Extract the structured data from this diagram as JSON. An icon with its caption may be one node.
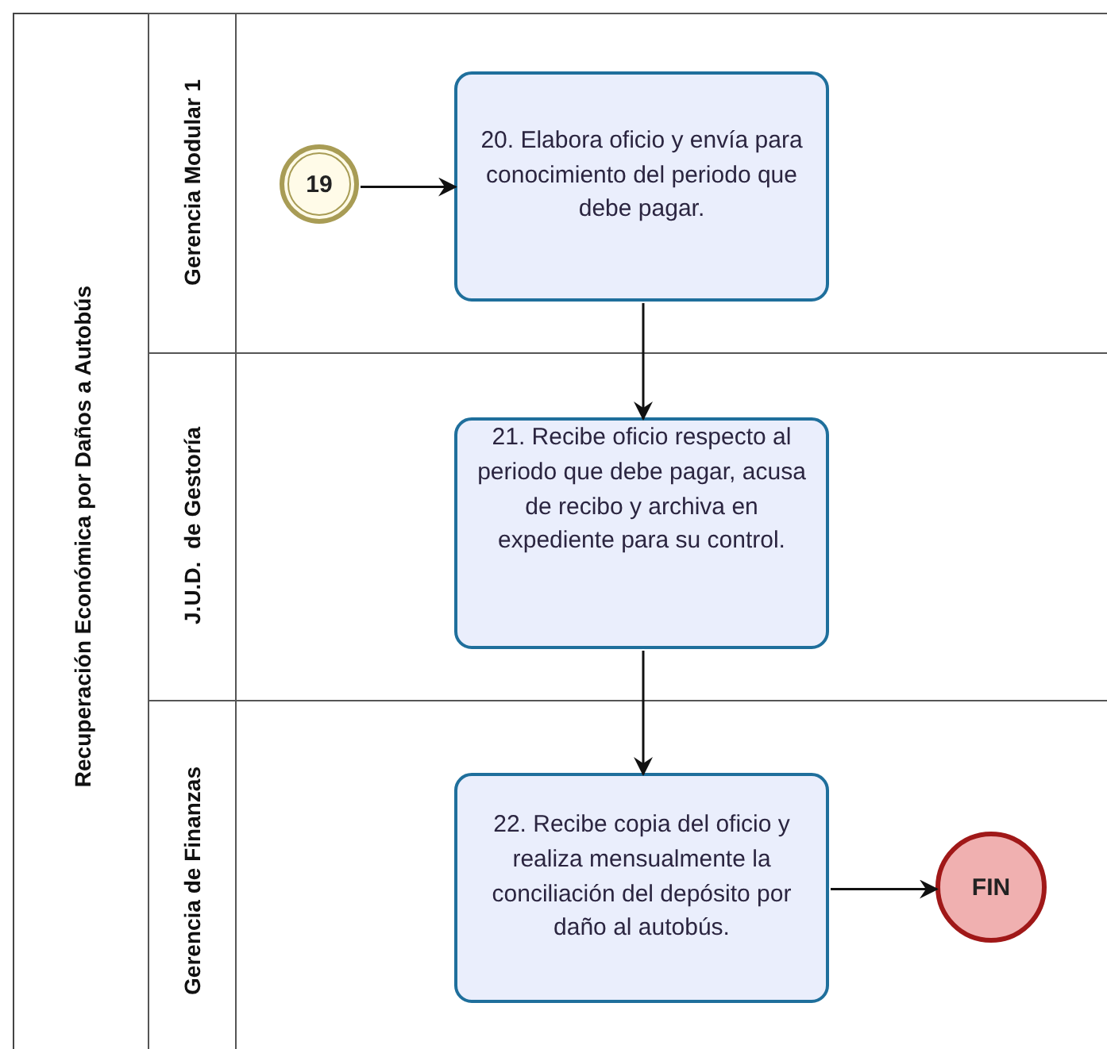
{
  "diagram": {
    "nodes": [
      {
        "text": [
          "Recuperación Económica por Daños a Autobús"
        ]
      },
      {
        "text": [
          "Gerencia Modular 1"
        ],
        "in": 0
      },
      {
        "text": [
          "J.U.D.  de Gestoría"
        ],
        "in": 0
      },
      {
        "text": [
          "Gerencia de Finanzas"
        ],
        "in": 0
      },
      {
        "text": [
          "19"
        ],
        "in": 1
      },
      {
        "text": [
          "20. Elabora oficio y envía para conocimiento del periodo que debe pagar."
        ],
        "in": 1
      },
      {
        "text": [
          "21. Recibe oficio respecto al periodo que debe pagar, acusa de recibo y archiva en expediente para su control."
        ],
        "in": 2
      },
      {
        "text": [
          "22. Recibe copia del oficio y realiza mensualmente la conciliación del depósito por daño al autobús."
        ],
        "in": 3
      },
      {
        "text": [
          "FIN"
        ],
        "in": 3
      }
    ],
    "edges": [
      {
        "from": 4,
        "to": 5,
        "arrow": "to"
      },
      {
        "from": 5,
        "to": 6,
        "arrow": "to"
      },
      {
        "from": 6,
        "to": 7,
        "arrow": "to"
      },
      {
        "from": 7,
        "to": 8,
        "arrow": "to"
      }
    ]
  }
}
